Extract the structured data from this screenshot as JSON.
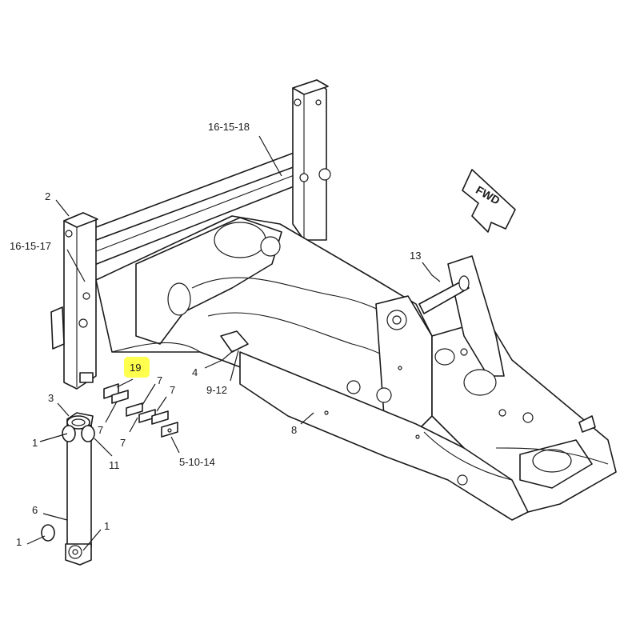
{
  "callouts": {
    "c_16_15_18": "16-15-18",
    "c_2": "2",
    "c_16_15_17": "16-15-17",
    "c_13": "13",
    "c_19": "19",
    "c_7a": "7",
    "c_7b": "7",
    "c_7c": "7",
    "c_7d": "7",
    "c_4": "4",
    "c_9_12": "9-12",
    "c_3": "3",
    "c_1a": "1",
    "c_11": "11",
    "c_5_10_14": "5-10-14",
    "c_8": "8",
    "c_6": "6",
    "c_1b": "1",
    "c_1c": "1"
  },
  "fwd_label": "FWD",
  "colors": {
    "highlight": "#ffff4d",
    "line": "#1a1a1a",
    "background": "#ffffff"
  }
}
